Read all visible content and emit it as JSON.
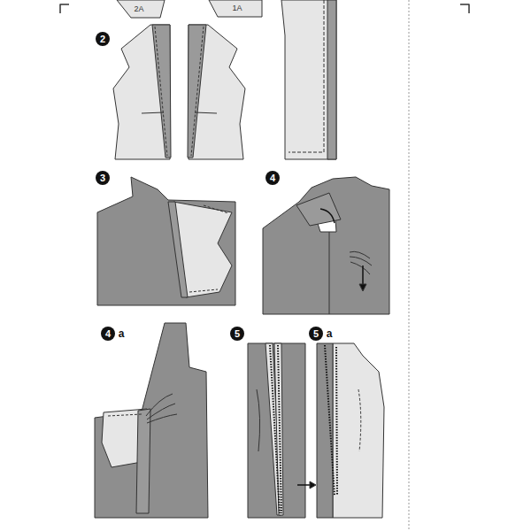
{
  "diagram": {
    "labels": [
      "2A",
      "1A",
      "2",
      "3",
      "4",
      "4",
      "a",
      "5",
      "5",
      "a"
    ]
  }
}
